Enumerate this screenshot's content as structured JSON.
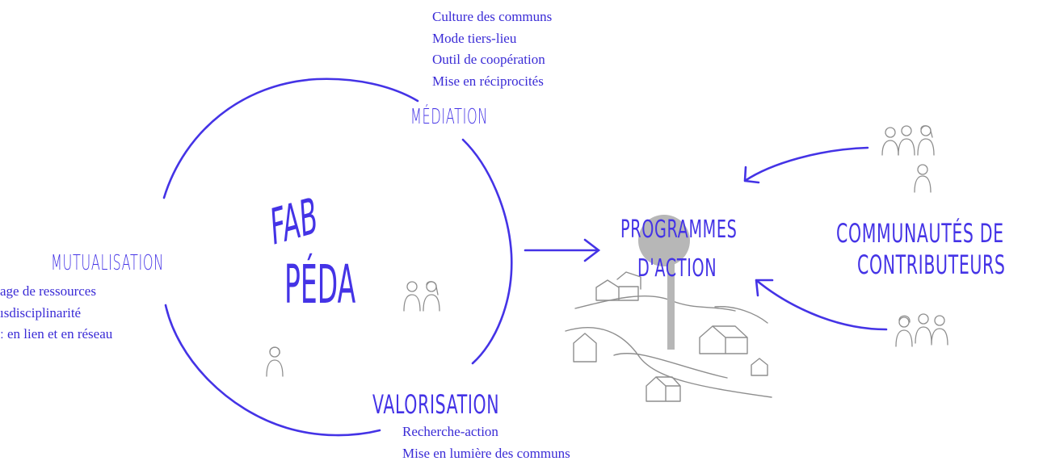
{
  "colors": {
    "ink": "#4433e6",
    "sketch": "#8e8e8e",
    "tree": "#b7b7b7"
  },
  "center": {
    "line1": "FAB",
    "line2": "PÉDA"
  },
  "mediation": {
    "title": "MÉDIATION",
    "items": [
      "Culture des communs",
      "Mode tiers-lieu",
      "Outil de coopération",
      "Mise en réciprocités"
    ]
  },
  "mutualisation": {
    "title": "MUTUALISATION",
    "items": [
      "age de ressources",
      "ısdisciplinarité",
      "ː en lien et en réseau"
    ]
  },
  "valorisation": {
    "title": "VALORISATION",
    "items": [
      "Recherche-action",
      "Mise en lumière des communs"
    ]
  },
  "programmes": {
    "line1": "PROGRAMMES",
    "line2": "D'ACTION"
  },
  "communautes": {
    "line1": "COMMUNAUTÉS DE",
    "line2": "CONTRIBUTEURS"
  },
  "icons": [
    "people-group-icon",
    "person-icon",
    "tree-icon",
    "house-icon",
    "arrow-icon"
  ]
}
